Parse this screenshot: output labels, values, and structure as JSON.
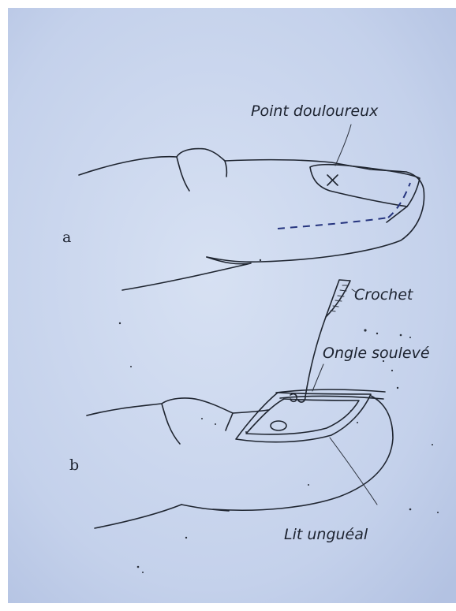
{
  "colors": {
    "paper": "#c6d3ec",
    "paper_light": "#d5dff2",
    "ink": "#1f2530",
    "marker_blue": "#25347e"
  },
  "panel_a": {
    "letter": "a",
    "label_pain_point": "Point douloureux"
  },
  "panel_b": {
    "letter": "b",
    "label_hook": "Crochet",
    "label_lifted_nail": "Ongle soulevé",
    "label_nail_bed": "Lit unguéal"
  }
}
